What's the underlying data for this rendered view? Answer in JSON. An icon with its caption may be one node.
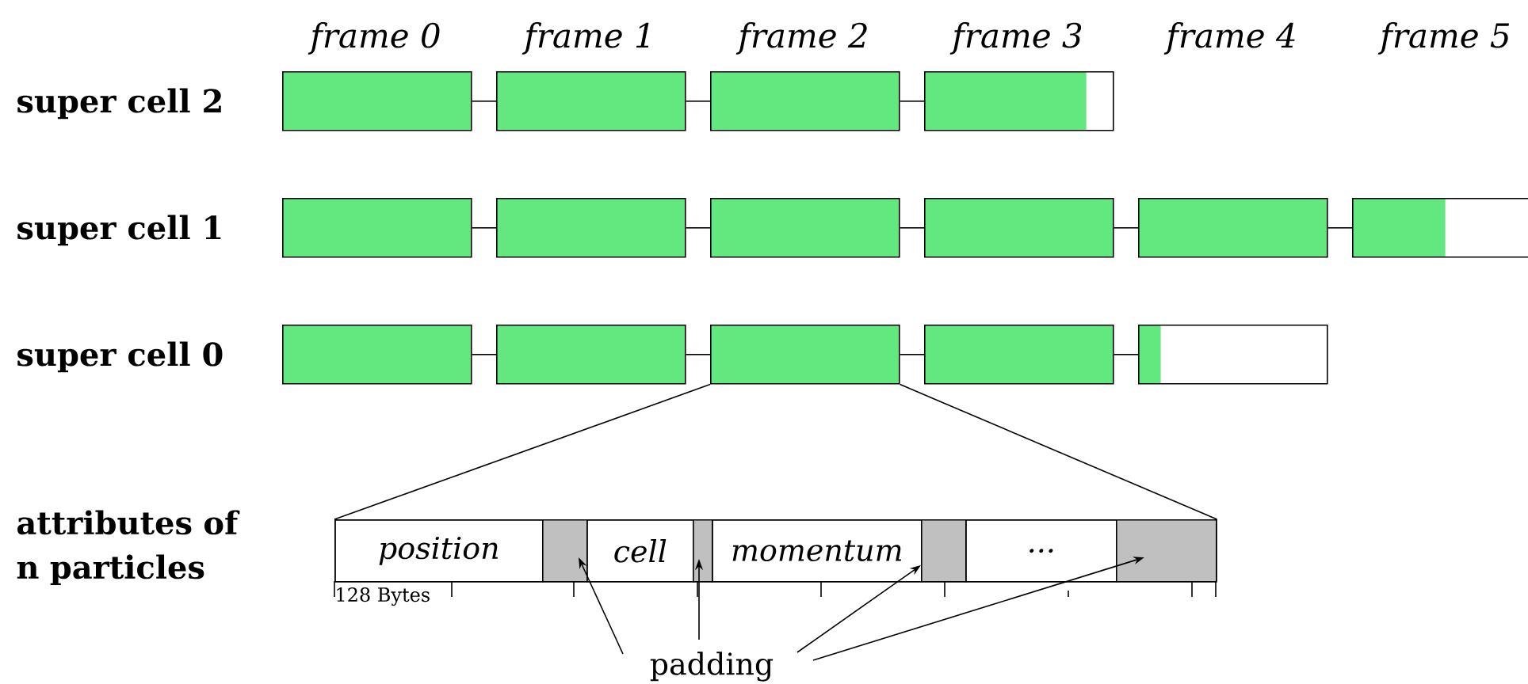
{
  "diagram": {
    "nodes": [
      {
        "text": [],
        "shape": "box"
      },
      {
        "text": [],
        "shape": "box"
      },
      {
        "text": [],
        "shape": "box"
      },
      {
        "text": [],
        "shape": "box"
      },
      {
        "text": [],
        "shape": "box"
      },
      {
        "text": [],
        "shape": "box"
      },
      {
        "text": [],
        "shape": "box"
      },
      {
        "text": [],
        "shape": "box"
      },
      {
        "text": [],
        "shape": "box"
      },
      {
        "text": [],
        "shape": "box"
      },
      {
        "text": [],
        "shape": "box"
      },
      {
        "text": [],
        "shape": "box"
      },
      {
        "text": [],
        "shape": "box"
      },
      {
        "text": [],
        "shape": "box"
      },
      {
        "text": [],
        "shape": "box"
      },
      {
        "text": [],
        "shape": "bar"
      },
      {
        "text": [
          "position"
        ],
        "in": 15,
        "beside": [
          "128 Bytes"
        ]
      },
      {
        "text": [],
        "shape": "box",
        "in": 15
      },
      {
        "text": [
          "cell"
        ],
        "in": 15
      },
      {
        "text": [],
        "shape": "box",
        "in": 15
      },
      {
        "text": [
          "momentum"
        ],
        "in": 15
      },
      {
        "text": [],
        "shape": "box",
        "in": 15
      },
      {
        "text": [
          "..."
        ],
        "in": 15
      },
      {
        "text": [],
        "shape": "box",
        "in": 15
      },
      {
        "text": [
          "padding"
        ]
      }
    ],
    "edges": [
      {
        "from": 0,
        "to": 1,
        "arrow": "none"
      },
      {
        "from": 1,
        "to": 2,
        "arrow": "none"
      },
      {
        "from": 2,
        "to": 3,
        "arrow": "none"
      },
      {
        "from": 4,
        "to": 5,
        "arrow": "none"
      },
      {
        "from": 5,
        "to": 6,
        "arrow": "none"
      },
      {
        "from": 6,
        "to": 7,
        "arrow": "none"
      },
      {
        "from": 7,
        "to": 8,
        "arrow": "none"
      },
      {
        "from": 8,
        "to": 9,
        "arrow": "none"
      },
      {
        "from": 10,
        "to": 11,
        "arrow": "none"
      },
      {
        "from": 11,
        "to": 12,
        "arrow": "none"
      },
      {
        "from": 12,
        "to": 13,
        "arrow": "none"
      },
      {
        "from": 13,
        "to": 14,
        "arrow": "none"
      },
      {
        "from": 12,
        "to": 15,
        "arrow": "none"
      },
      {
        "from": 12,
        "to": 15,
        "arrow": "none"
      },
      {
        "from": 24,
        "to": 17,
        "arrow": "to"
      },
      {
        "from": 24,
        "to": 19,
        "arrow": "to"
      },
      {
        "from": 24,
        "to": 21,
        "arrow": "to"
      },
      {
        "from": 24,
        "to": 23,
        "arrow": "to"
      }
    ],
    "labels": [
      "frame 0",
      "frame 1",
      "frame 2",
      "frame 3",
      "frame 4",
      "frame 5",
      "super cell 2",
      "super cell 1",
      "super cell 0",
      "attributes of n particles"
    ]
  }
}
